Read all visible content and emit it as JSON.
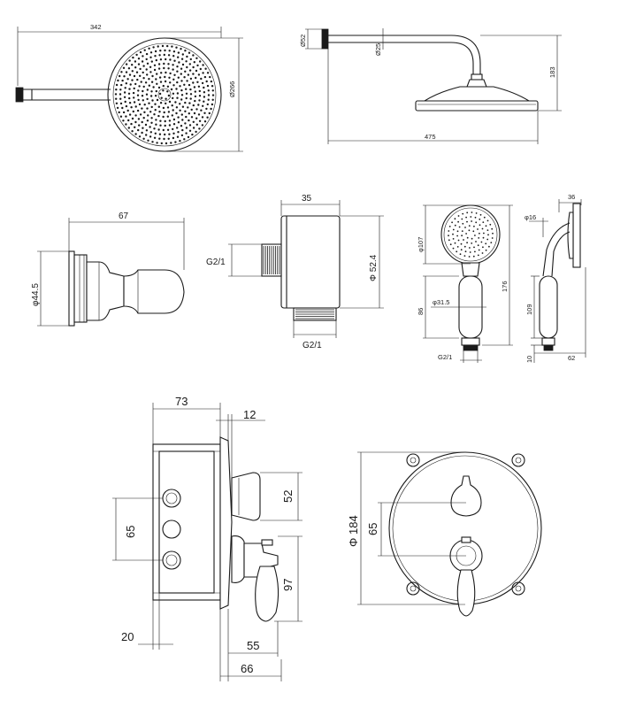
{
  "colors": {
    "line": "#1a1a1a",
    "background": "#ffffff"
  },
  "dims": {
    "head_top_width": "342",
    "head_top_diameter": "Ø266",
    "head_side_width": "475",
    "head_side_height": "183",
    "head_side_flange": "Ø52",
    "head_side_arm": "Ø25",
    "holder_length": "67",
    "holder_diameter": "φ44.5",
    "outlet_width": "35",
    "outlet_diameter": "Φ 52.4",
    "outlet_thread_left": "G2/1",
    "outlet_thread_bottom": "G2/1",
    "hand_head_diameter": "φ107",
    "hand_grip_diameter": "φ31.5",
    "hand_grip_length": "86",
    "hand_total_length": "176",
    "hand_thread": "G2/1",
    "hand_side_head": "φ16",
    "hand_side_width": "36",
    "hand_side_grip": "109",
    "hand_side_base": "10",
    "hand_side_depth": "62",
    "mixer_box_depth": "73",
    "mixer_plate": "12",
    "mixer_inlet_spacing": "65",
    "mixer_knob": "52",
    "mixer_lever": "97",
    "mixer_offset": "20",
    "mixer_projection_a": "55",
    "mixer_projection_b": "66",
    "front_diameter": "Φ 184",
    "front_spacing": "65"
  }
}
